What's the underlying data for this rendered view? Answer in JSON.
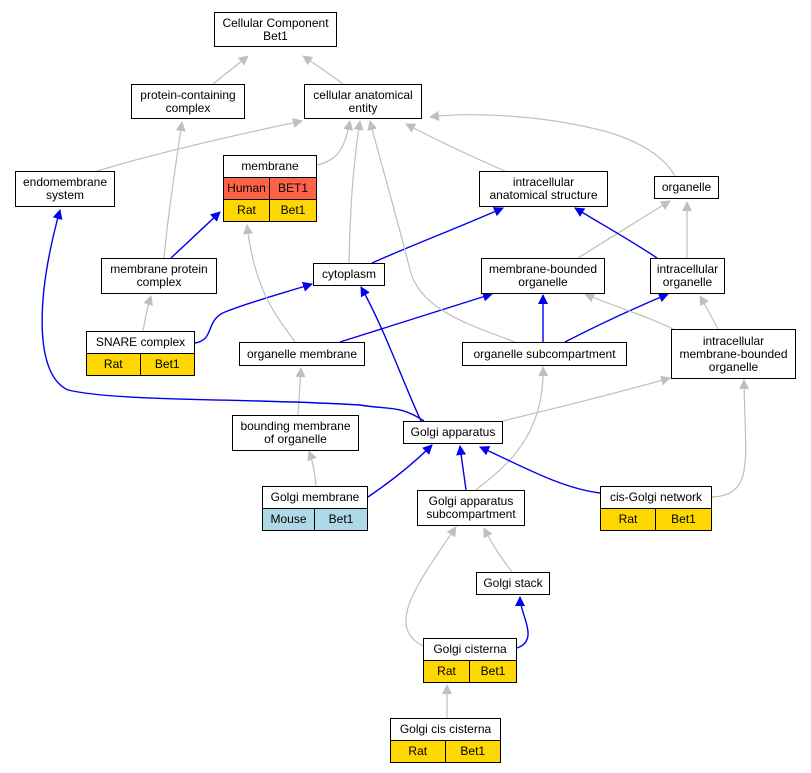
{
  "colors": {
    "gray_edge": "#bfbfbf",
    "blue_edge": "#0000ee",
    "human": "#ff6347",
    "rat": "#ffd700",
    "mouse": "#add8e6"
  },
  "nodes": {
    "root": "Cellular Component\nBet1",
    "protein_containing_complex": "protein-containing\ncomplex",
    "cellular_anatomical_entity": "cellular anatomical\nentity",
    "endomembrane_system": "endomembrane\nsystem",
    "membrane": {
      "title": "membrane",
      "rows": [
        {
          "species": "Human",
          "gene": "BET1",
          "color": "#ff6347"
        },
        {
          "species": "Rat",
          "gene": "Bet1",
          "color": "#ffd700"
        }
      ]
    },
    "intracellular_anatomical_structure": "intracellular\nanatomical structure",
    "organelle": "organelle",
    "membrane_protein_complex": "membrane protein\ncomplex",
    "cytoplasm": "cytoplasm",
    "membrane_bounded_organelle": "membrane-bounded\norganelle",
    "intracellular_organelle": "intracellular\norganelle",
    "snare_complex": {
      "title": "SNARE complex",
      "rows": [
        {
          "species": "Rat",
          "gene": "Bet1",
          "color": "#ffd700"
        }
      ]
    },
    "organelle_membrane": "organelle membrane",
    "organelle_subcompartment": "organelle subcompartment",
    "intracellular_membrane_bounded_organelle": "intracellular\nmembrane-bounded\norganelle",
    "bounding_membrane_of_organelle": "bounding membrane\nof organelle",
    "golgi_apparatus": "Golgi apparatus",
    "golgi_membrane": {
      "title": "Golgi membrane",
      "rows": [
        {
          "species": "Mouse",
          "gene": "Bet1",
          "color": "#add8e6"
        }
      ]
    },
    "golgi_apparatus_subcompartment": "Golgi apparatus\nsubcompartment",
    "cis_golgi_network": {
      "title": "cis-Golgi network",
      "rows": [
        {
          "species": "Rat",
          "gene": "Bet1",
          "color": "#ffd700"
        }
      ]
    },
    "golgi_stack": "Golgi stack",
    "golgi_cisterna": {
      "title": "Golgi cisterna",
      "rows": [
        {
          "species": "Rat",
          "gene": "Bet1",
          "color": "#ffd700"
        }
      ]
    },
    "golgi_cis_cisterna": {
      "title": "Golgi cis cisterna",
      "rows": [
        {
          "species": "Rat",
          "gene": "Bet1",
          "color": "#ffd700"
        }
      ]
    }
  },
  "edges": [
    {
      "from": "protein_containing_complex",
      "to": "root",
      "color": "gray"
    },
    {
      "from": "cellular_anatomical_entity",
      "to": "root",
      "color": "gray"
    },
    {
      "from": "endomembrane_system",
      "to": "cellular_anatomical_entity",
      "color": "gray"
    },
    {
      "from": "membrane",
      "to": "cellular_anatomical_entity",
      "color": "gray"
    },
    {
      "from": "intracellular_anatomical_structure",
      "to": "cellular_anatomical_entity",
      "color": "gray"
    },
    {
      "from": "organelle",
      "to": "cellular_anatomical_entity",
      "color": "gray"
    },
    {
      "from": "membrane_protein_complex",
      "to": "protein_containing_complex",
      "color": "gray"
    },
    {
      "from": "membrane_protein_complex",
      "to": "membrane",
      "color": "blue"
    },
    {
      "from": "cytoplasm",
      "to": "cellular_anatomical_entity",
      "color": "gray"
    },
    {
      "from": "cytoplasm",
      "to": "intracellular_anatomical_structure",
      "color": "blue"
    },
    {
      "from": "membrane_bounded_organelle",
      "to": "organelle",
      "color": "gray"
    },
    {
      "from": "intracellular_organelle",
      "to": "organelle",
      "color": "gray"
    },
    {
      "from": "intracellular_organelle",
      "to": "intracellular_anatomical_structure",
      "color": "blue"
    },
    {
      "from": "snare_complex",
      "to": "membrane_protein_complex",
      "color": "gray"
    },
    {
      "from": "snare_complex",
      "to": "cytoplasm",
      "color": "blue"
    },
    {
      "from": "organelle_membrane",
      "to": "membrane",
      "color": "gray"
    },
    {
      "from": "organelle_membrane",
      "to": "membrane_bounded_organelle",
      "color": "blue"
    },
    {
      "from": "organelle_subcompartment",
      "to": "cellular_anatomical_entity",
      "color": "gray"
    },
    {
      "from": "organelle_subcompartment",
      "to": "membrane_bounded_organelle",
      "color": "blue"
    },
    {
      "from": "organelle_subcompartment",
      "to": "intracellular_organelle",
      "color": "blue"
    },
    {
      "from": "intracellular_membrane_bounded_organelle",
      "to": "membrane_bounded_organelle",
      "color": "gray"
    },
    {
      "from": "intracellular_membrane_bounded_organelle",
      "to": "intracellular_organelle",
      "color": "gray"
    },
    {
      "from": "bounding_membrane_of_organelle",
      "to": "organelle_membrane",
      "color": "gray"
    },
    {
      "from": "golgi_apparatus",
      "to": "endomembrane_system",
      "color": "blue"
    },
    {
      "from": "golgi_apparatus",
      "to": "cytoplasm",
      "color": "blue"
    },
    {
      "from": "golgi_apparatus",
      "to": "intracellular_membrane_bounded_organelle",
      "color": "gray"
    },
    {
      "from": "golgi_membrane",
      "to": "bounding_membrane_of_organelle",
      "color": "gray"
    },
    {
      "from": "golgi_membrane",
      "to": "golgi_apparatus",
      "color": "blue"
    },
    {
      "from": "golgi_apparatus_subcompartment",
      "to": "golgi_apparatus",
      "color": "blue"
    },
    {
      "from": "golgi_apparatus_subcompartment",
      "to": "organelle_subcompartment",
      "color": "gray"
    },
    {
      "from": "cis_golgi_network",
      "to": "golgi_apparatus",
      "color": "blue"
    },
    {
      "from": "cis_golgi_network",
      "to": "intracellular_membrane_bounded_organelle",
      "color": "gray"
    },
    {
      "from": "golgi_stack",
      "to": "golgi_apparatus_subcompartment",
      "color": "gray"
    },
    {
      "from": "golgi_cisterna",
      "to": "golgi_apparatus_subcompartment",
      "color": "gray"
    },
    {
      "from": "golgi_cisterna",
      "to": "golgi_stack",
      "color": "blue"
    },
    {
      "from": "golgi_cis_cisterna",
      "to": "golgi_cisterna",
      "color": "gray"
    }
  ]
}
